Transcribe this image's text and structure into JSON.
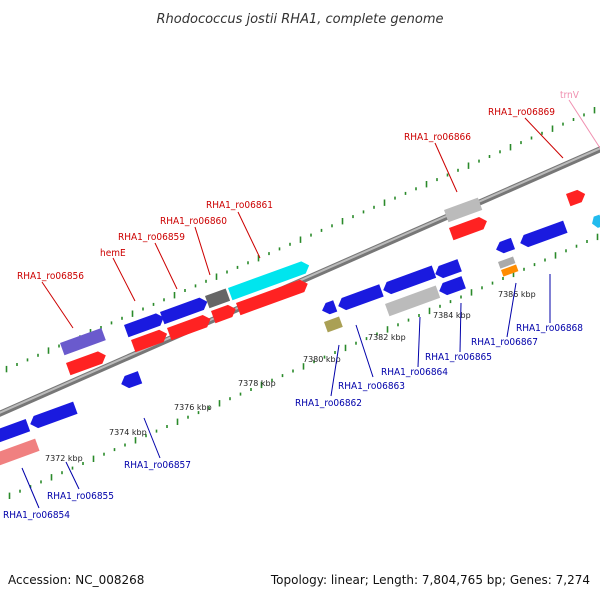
{
  "title": "Rhodococcus jostii RHA1, complete genome",
  "footer": {
    "accession": "Accession: NC_008268",
    "topology": "Topology: linear; Length: 7,804,765 bp; Genes: 7,274"
  },
  "colors": {
    "red_label": "#cc0000",
    "blue_label": "#0000aa",
    "pink_label": "#f090b0",
    "backbone": "#888888",
    "tick": "#2a8a2a"
  },
  "kbp_labels": [
    "7372 kbp",
    "7374 kbp",
    "7376 kbp",
    "7378 kbp",
    "7380 kbp",
    "7382 kbp",
    "7384 kbp",
    "7386 kbp"
  ],
  "top_labels": [
    "RHA1_ro06856",
    "hemE",
    "RHA1_ro06859",
    "RHA1_ro06860",
    "RHA1_ro06861",
    "RHA1_ro06866",
    "RHA1_ro06869",
    "trnV"
  ],
  "bottom_labels": [
    "RHA1_ro06854",
    "RHA1_ro06855",
    "RHA1_ro06857",
    "RHA1_ro06862",
    "RHA1_ro06863",
    "RHA1_ro06864",
    "RHA1_ro06865",
    "RHA1_ro06867",
    "RHA1_ro06868"
  ]
}
